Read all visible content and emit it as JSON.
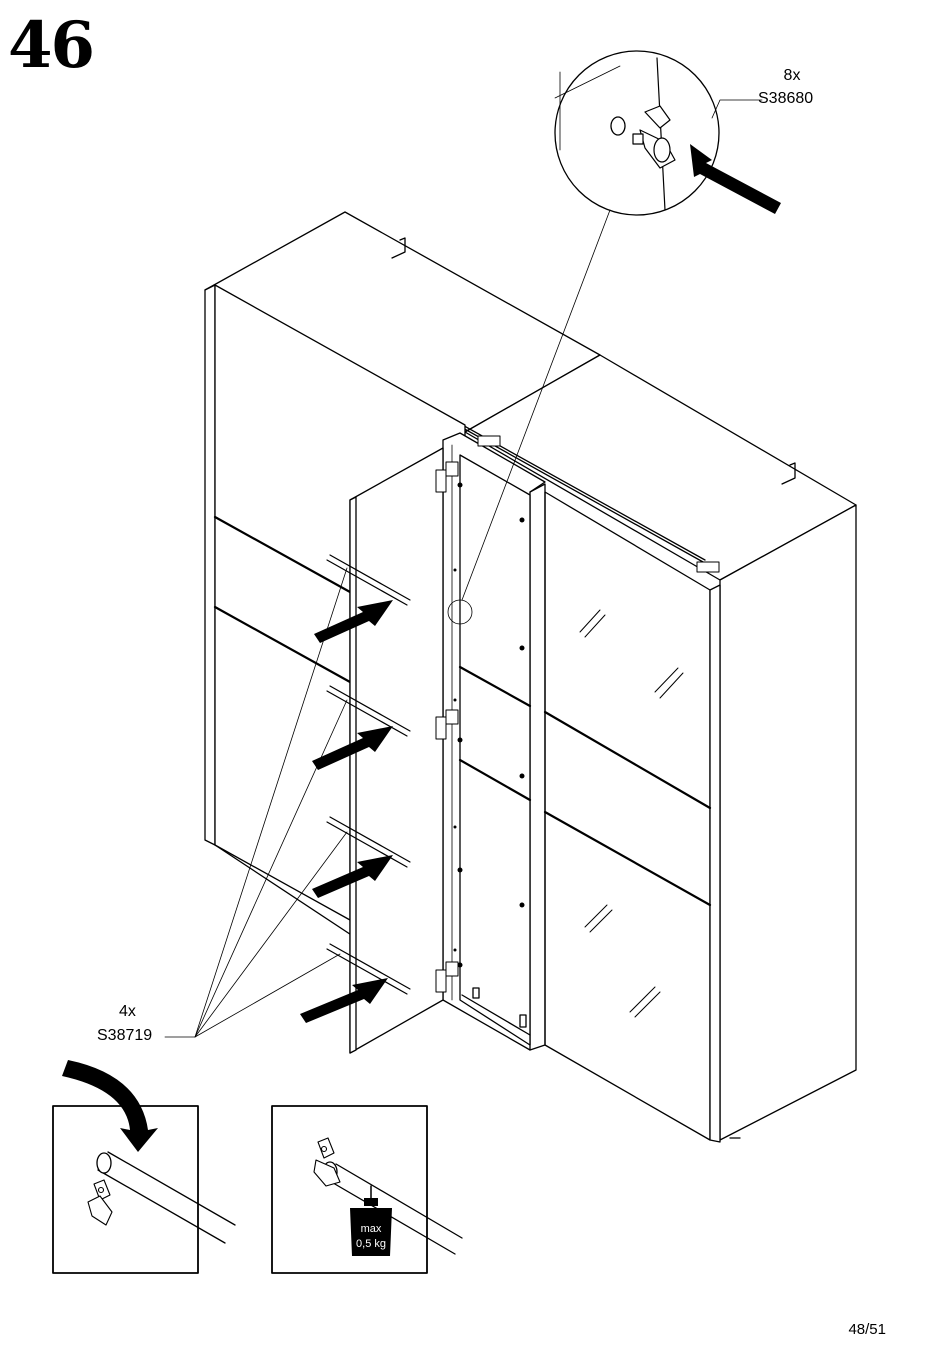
{
  "step_number": "46",
  "callout_top": {
    "quantity": "8x",
    "part_code": "S38680"
  },
  "callout_left": {
    "quantity": "4x",
    "part_code": "S38719"
  },
  "weight_label": {
    "line1": "max",
    "line2": "0,5 kg"
  },
  "page_number": "48/51"
}
